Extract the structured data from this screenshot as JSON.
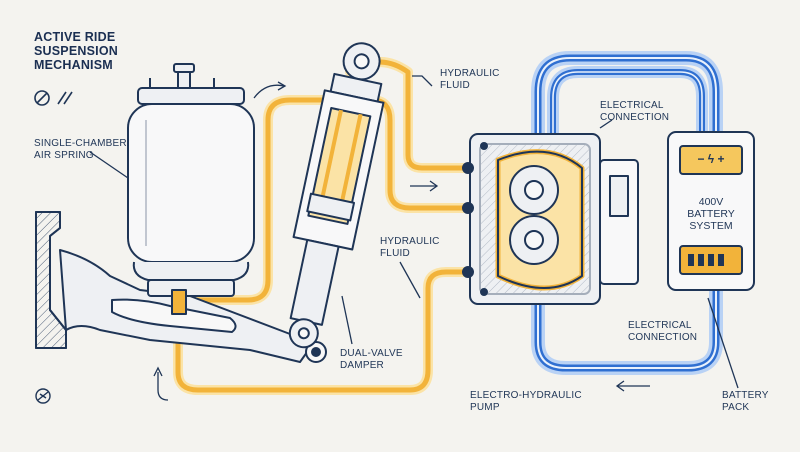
{
  "title": {
    "line1": "ACTIVE RIDE",
    "line2": "SUSPENSION",
    "line3": "MECHANISM"
  },
  "labels": {
    "air_spring_1": "SINGLE-CHAMBER",
    "air_spring_2": "AIR SPRING",
    "hydraulic_fluid_top_1": "HYDRAULIC",
    "hydraulic_fluid_top_2": "FLUID",
    "hydraulic_fluid_mid_1": "HYDRAULIC",
    "hydraulic_fluid_mid_2": "FLUID",
    "electrical_top_1": "ELECTRICAL",
    "electrical_top_2": "CONNECTION",
    "electrical_bottom_1": "ELECTRICAL",
    "electrical_bottom_2": "CONNECTION",
    "damper_1": "DUAL-VALVE",
    "damper_2": "DAMPER",
    "pump_1": "ELECTRO-HYDRAULIC",
    "pump_2": "PUMP",
    "battery_pack_1": "BATTERY",
    "battery_pack_2": "PACK",
    "battery_screen_1": "400V",
    "battery_screen_2": "BATTERY",
    "battery_screen_3": "SYSTEM",
    "battery_polarity": "− ϟ +"
  },
  "colors": {
    "line": "#1f3556",
    "hydraulic": "#f2b33a",
    "hydraulic_glow": "#fbe3a6",
    "electrical": "#2f6fd1",
    "electrical_glow": "#b9d2f5",
    "background": "#f4f3ef"
  },
  "icons": [
    "no-symbol-icon",
    "hatch-icon",
    "bird-icon"
  ]
}
